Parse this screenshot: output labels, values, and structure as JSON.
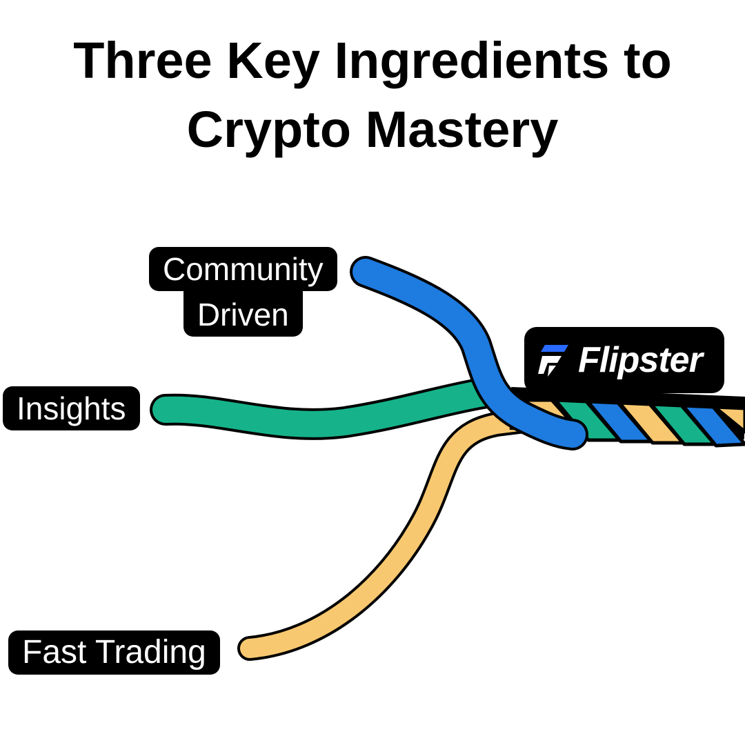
{
  "title": {
    "line1": "Three Key Ingredients to",
    "line2": "Crypto Mastery"
  },
  "strands": [
    {
      "id": "community",
      "label_line1": "Community",
      "label_line2": "Driven",
      "color": "#1E7BE0"
    },
    {
      "id": "insights",
      "label": "Insights",
      "color": "#16B38A"
    },
    {
      "id": "fast_trading",
      "label": "Fast Trading",
      "color": "#F8C870"
    }
  ],
  "brand": {
    "name": "Flipster",
    "icon": "flipster-logo-icon",
    "accent": "#2A6BFF"
  },
  "colors": {
    "label_bg": "#000000",
    "label_text": "#FFFFFF",
    "outline": "#000000"
  }
}
